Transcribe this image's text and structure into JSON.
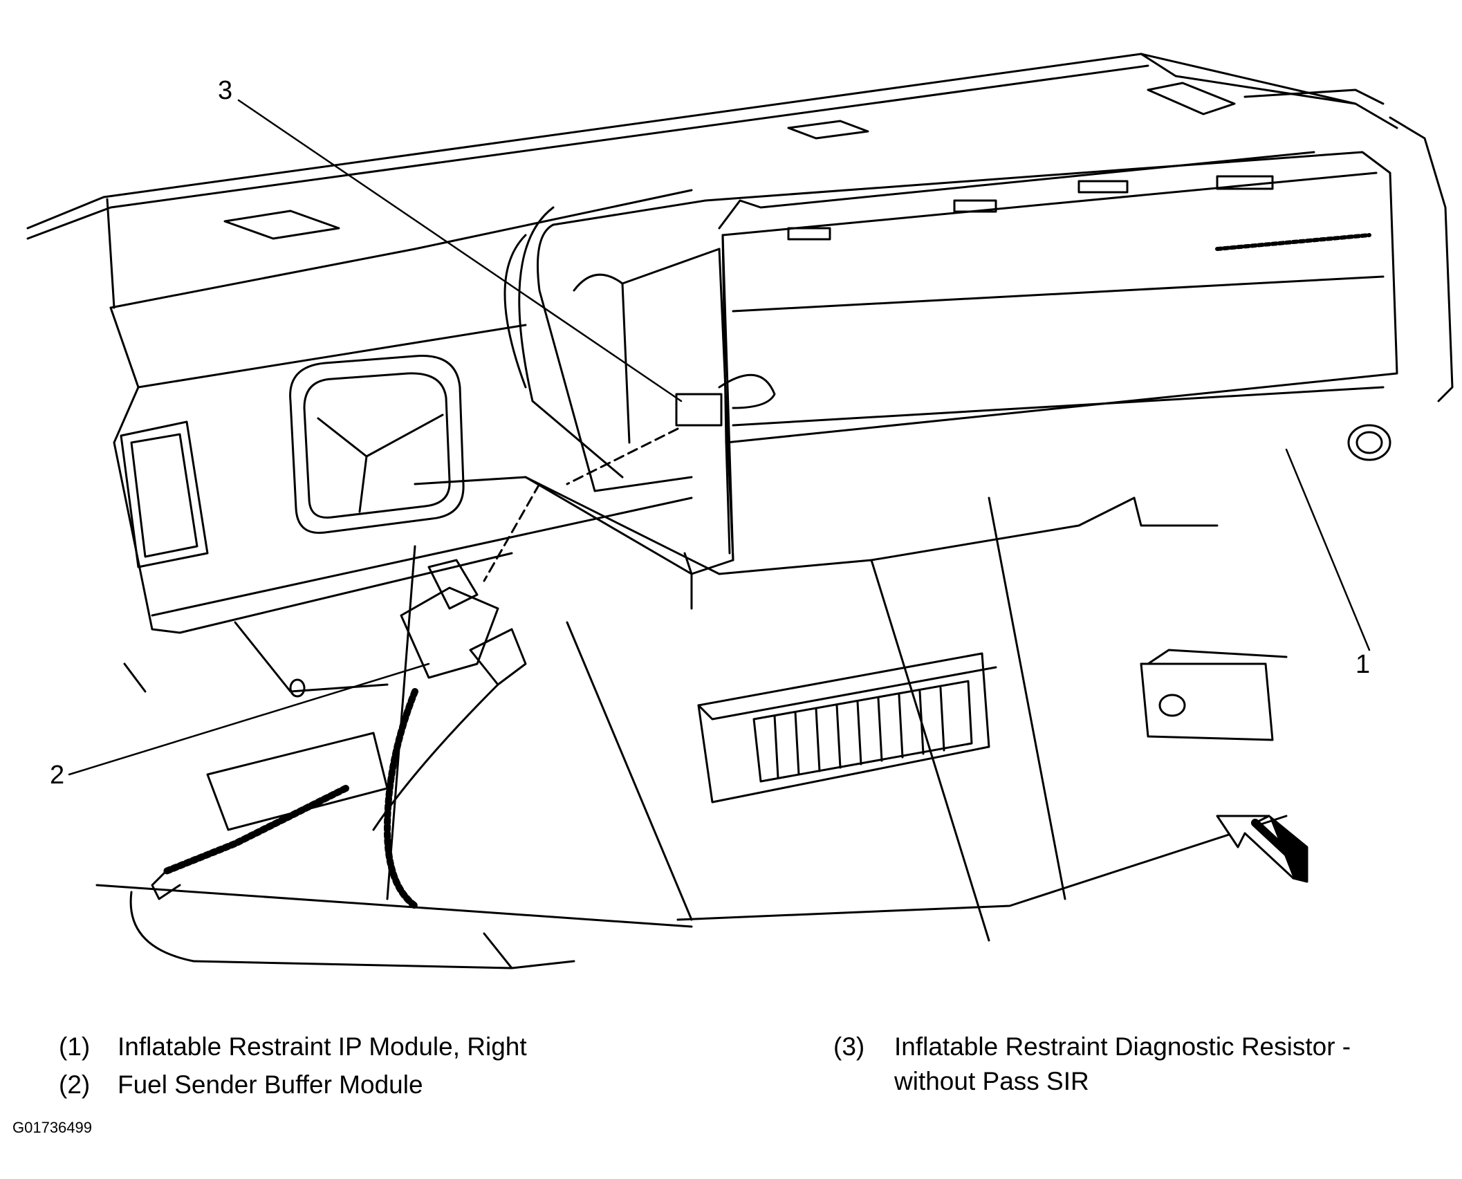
{
  "diagram": {
    "callouts": [
      "1",
      "2",
      "3"
    ]
  },
  "legend": [
    {
      "num": "(1)",
      "text": "Inflatable Restraint IP Module, Right"
    },
    {
      "num": "(2)",
      "text": "Fuel Sender Buffer Module"
    },
    {
      "num": "(3)",
      "text": "Inflatable Restraint Diagnostic Resistor -",
      "text2": "without Pass SIR"
    }
  ],
  "figure_id": "G01736499",
  "colors": {
    "ink": "#000000",
    "paper": "#ffffff"
  },
  "icons": [
    "view-direction-arrow-icon",
    "airbag-module-icon",
    "wiring-harness-icon"
  ]
}
